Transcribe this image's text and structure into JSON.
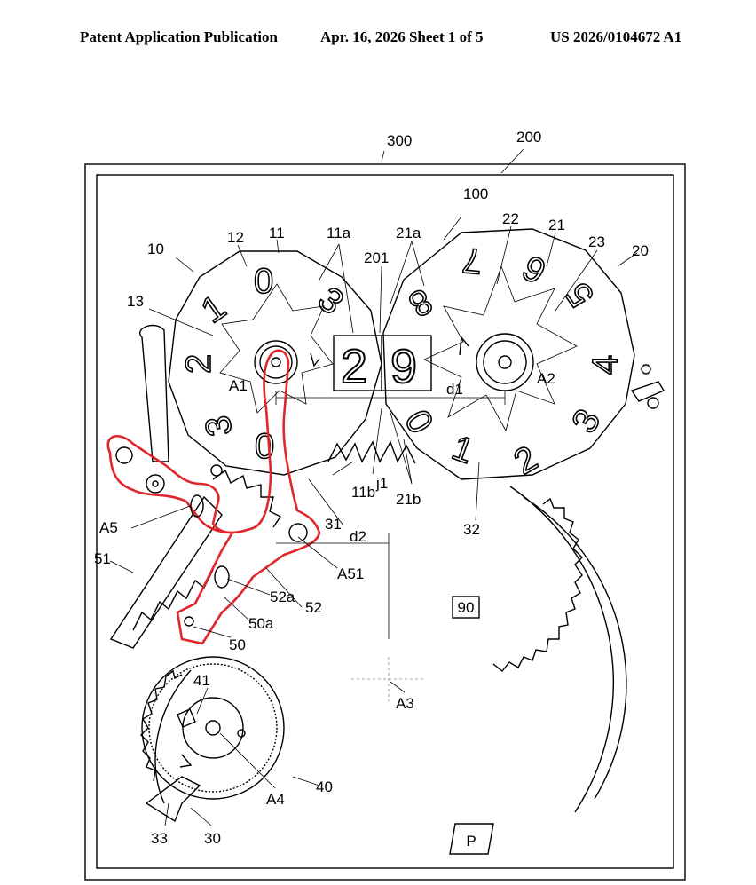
{
  "header": {
    "left": "Patent Application Publication",
    "middle": "Apr. 16, 2026  Sheet 1 of 5",
    "right": "US 2026/0104672 A1"
  },
  "window": {
    "units": "2",
    "tens": "9"
  },
  "box_labels": {
    "p": "P",
    "ninety": "90"
  },
  "wheel10_digits": [
    "0",
    "3",
    "3",
    "0",
    "2",
    "1"
  ],
  "wheel20_digits": [
    "7",
    "6",
    "5",
    "4",
    "3",
    "2",
    "1",
    "0",
    "8"
  ],
  "labels": {
    "l300": "300",
    "l200": "200",
    "l100": "100",
    "l10": "10",
    "l12": "12",
    "l11": "11",
    "l11a": "11a",
    "l201": "201",
    "l21a": "21a",
    "l22": "22",
    "l21": "21",
    "l23": "23",
    "l20": "20",
    "l13": "13",
    "lA1": "A1",
    "lA2": "A2",
    "ld1": "d1",
    "l11b": "11b",
    "lj1": "j1",
    "l21b": "21b",
    "l31": "31",
    "l32": "32",
    "lA5": "A5",
    "ld2": "d2",
    "l51": "51",
    "lA51": "A51",
    "l52a": "52a",
    "l52": "52",
    "l50a": "50a",
    "l50": "50",
    "l41": "41",
    "lA3": "A3",
    "l40": "40",
    "lA4": "A4",
    "l33": "33",
    "l30": "30"
  },
  "colors": {
    "highlight": "#e0252b",
    "ink": "#000000"
  }
}
